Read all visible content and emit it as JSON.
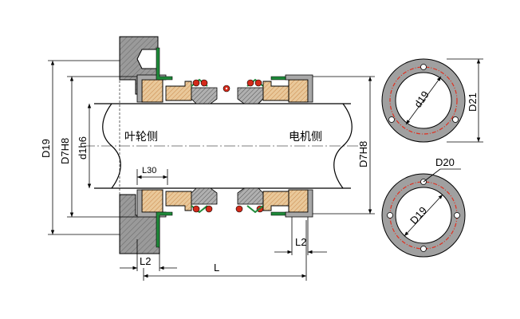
{
  "colors": {
    "housing_gray": "#9a9a9a",
    "housing_hatch": "#6f6f6f",
    "seat_tan": "#e9c89a",
    "seat_hatch": "#c9884a",
    "gland_green": "#1f8a3a",
    "oring_red": "#d42a1a",
    "elastomer_gray": "#a8a8a8",
    "flange_gray": "#a0a0a0",
    "bolt_circle_red": "#e03020",
    "line": "#000000"
  },
  "labels": {
    "impeller_side": "叶轮侧",
    "motor_side": "电机侧",
    "d19_left": "D19",
    "d7h8_left": "D7H8",
    "d1h6": "d1h6",
    "l30": "L30",
    "l2_left": "L2",
    "l_total": "L",
    "l2_right": "L2",
    "d7h8_right": "D7H8",
    "flange_top_d19": "d19",
    "flange_top_d21": "D21",
    "flange_bottom_d20": "D20",
    "flange_bottom_d19": "D19"
  }
}
